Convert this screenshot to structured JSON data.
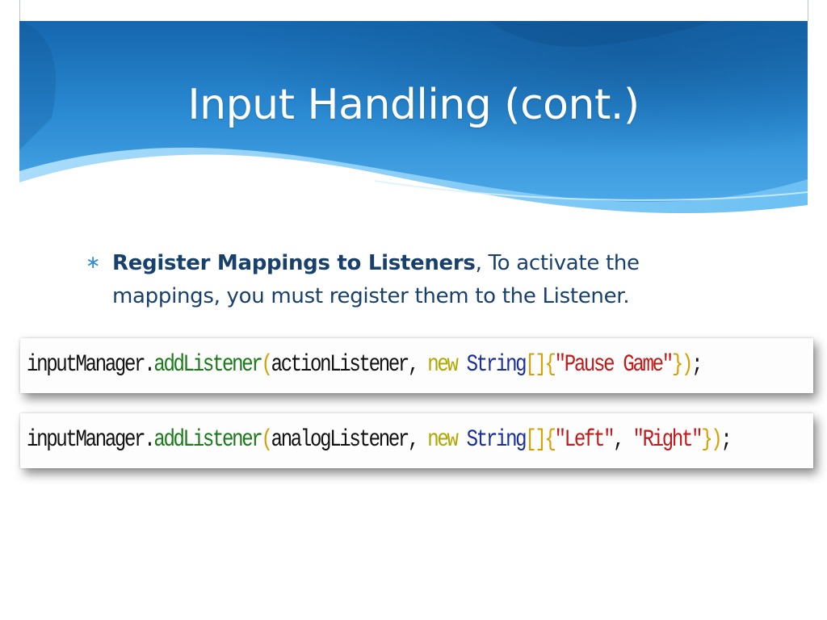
{
  "slide": {
    "title": "Input Handling (cont.)"
  },
  "bullet": {
    "marker": "∗",
    "bold_text": "Register Mappings to Listeners",
    "rest_text": ", To activate the mappings, you must register them to the Listener."
  },
  "code_lines": [
    {
      "object": "inputManager",
      "dot": ".",
      "method": "addListener",
      "open_paren": "(",
      "argument": "actionListener",
      "comma": ", ",
      "keyword": "new",
      "space": " ",
      "type": "String",
      "brackets": "[]",
      "open_brace": "{",
      "strings": "\"Pause Game\"",
      "close": "})",
      "semicolon": ";"
    },
    {
      "object": "inputManager",
      "dot": ".",
      "method": "addListener",
      "open_paren": "(",
      "argument": "analogListener",
      "comma": ", ",
      "keyword": "new",
      "space": " ",
      "type": "String",
      "brackets": "[]",
      "open_brace": "{",
      "string_1": "\"Left\"",
      "string_sep": ", ",
      "string_2": "\"Right\"",
      "close": "})",
      "semicolon": ";"
    }
  ],
  "colors": {
    "header_blue": "#1f7fc8",
    "header_light": "#8fd0f7",
    "bullet_text": "#17406d",
    "bullet_marker": "#2f8fd6",
    "code_method": "#1a7a1a",
    "code_keyword": "#b0a800",
    "code_type": "#1a2f9a",
    "code_string": "#c01a1a"
  }
}
